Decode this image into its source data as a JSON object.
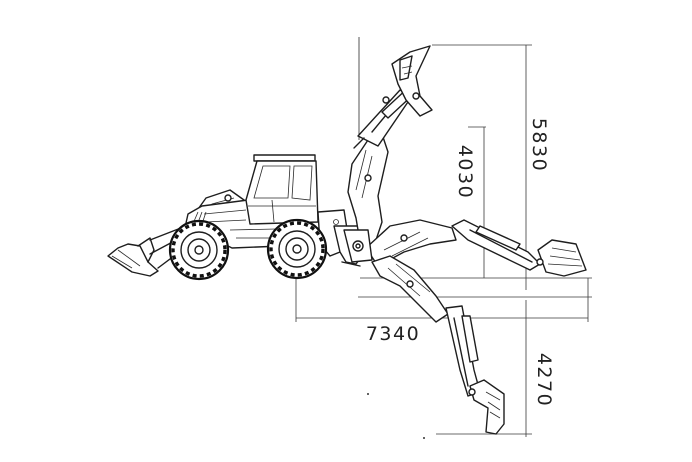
{
  "dimensions": {
    "max_reach_height": "5830",
    "intermediate_height": "4030",
    "horizontal_reach": "7340",
    "digging_depth": "4270"
  }
}
